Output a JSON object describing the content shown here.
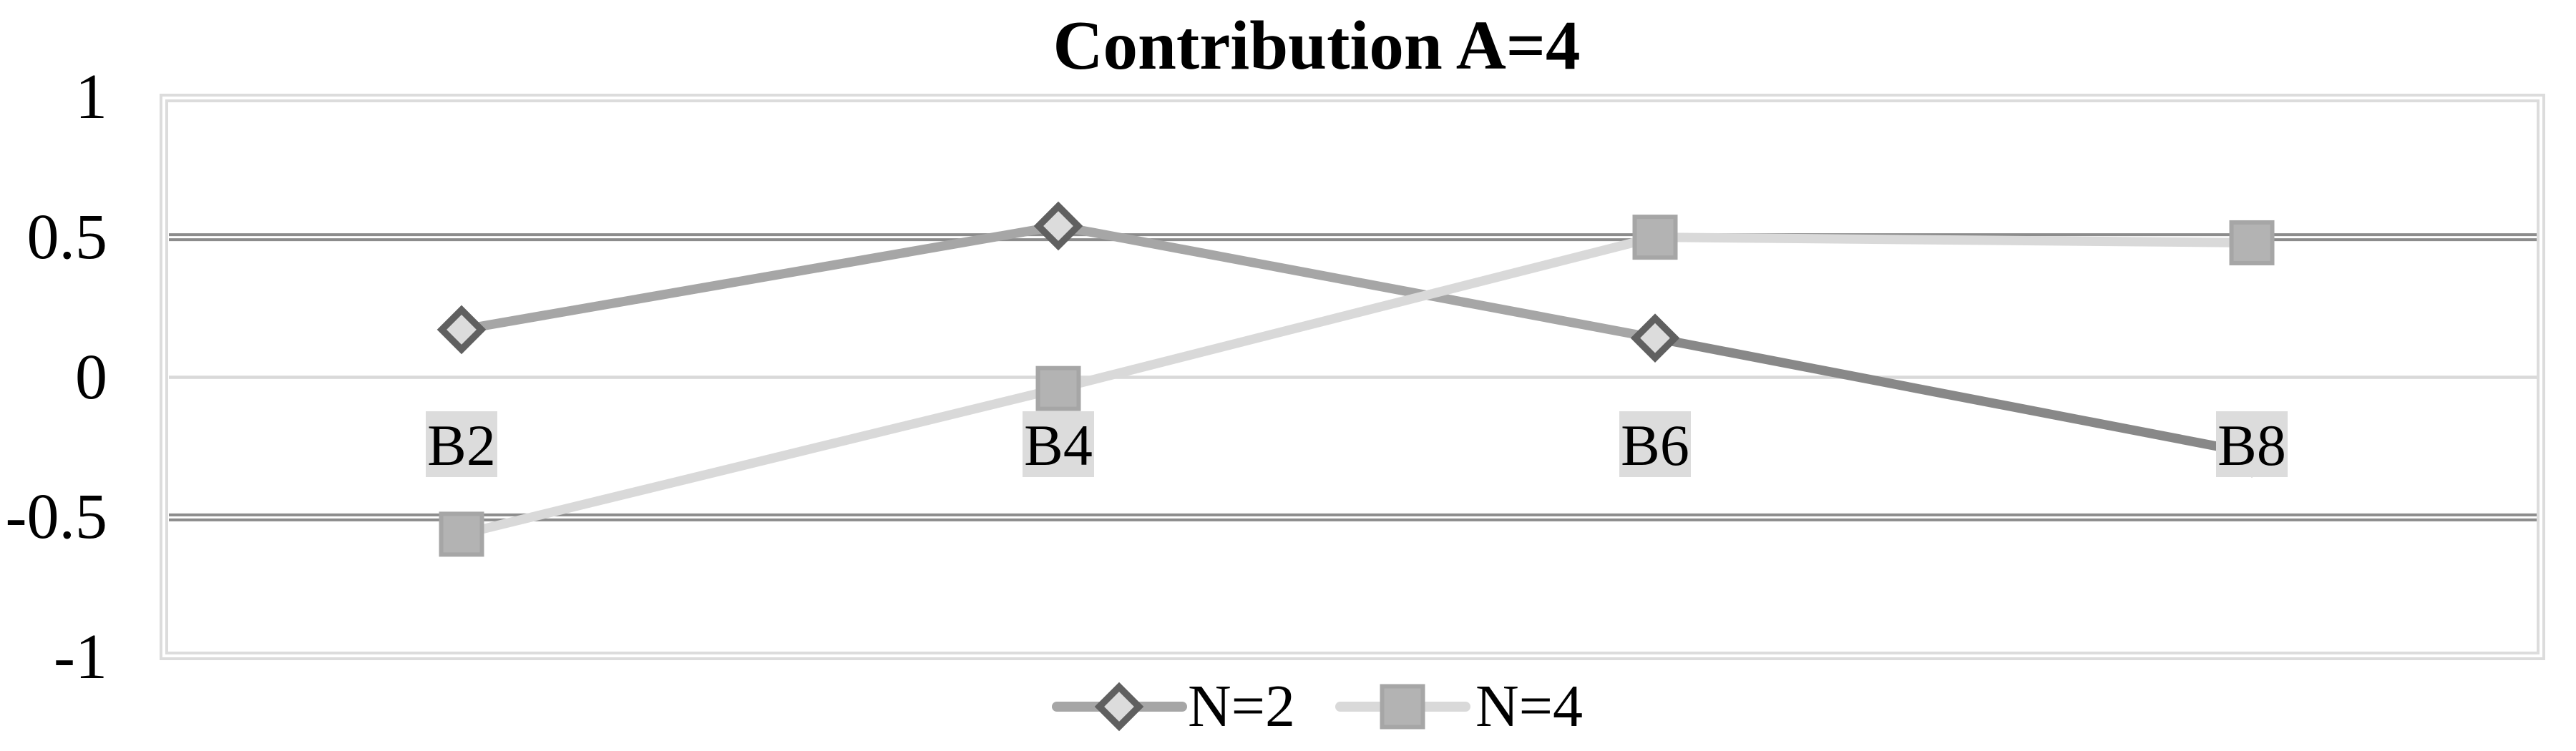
{
  "title": "Contribution A=4",
  "chart_data": {
    "type": "line",
    "title": "Contribution A=4",
    "categories": [
      "B2",
      "B4",
      "B6",
      "B8"
    ],
    "series": [
      {
        "name": "N=2",
        "values": [
          0.17,
          0.54,
          0.14,
          -0.27
        ],
        "marker": "diamond",
        "line_color": "#a6a6a6",
        "segment_colors": [
          "#a6a6a6",
          "#a6a6a6",
          "#888888"
        ],
        "marker_fill": "#dcdcdc",
        "marker_stroke": "#606060"
      },
      {
        "name": "N=4",
        "values": [
          -0.56,
          -0.04,
          0.5,
          0.48
        ],
        "marker": "square",
        "line_color": "#d9d9d9",
        "segment_colors": [
          "#d9d9d9",
          "#d9d9d9",
          "#d9d9d9"
        ],
        "marker_fill": "#b3b3b3",
        "marker_stroke": "#a6a6a6"
      }
    ],
    "xlabel": "",
    "ylabel": "",
    "ylim": [
      -1,
      1
    ],
    "yticks": [
      1,
      0.5,
      0,
      -0.5,
      -1
    ],
    "ytick_labels": [
      "1",
      "0.5",
      "0",
      "-0.5",
      "-1"
    ],
    "grid": "horizontal major gridlines; double dark lines at 0.5 and -0.5, single light line at 0",
    "legend_position": "bottom center",
    "category_labels_inside_plot": true
  },
  "colors": {
    "background": "#ffffff",
    "plot_border": "#dcdcdc",
    "major_gridline": "#8c8c8c",
    "zero_gridline": "#d9d9d9",
    "category_label_bg": "#dcdcdc",
    "text": "#000000"
  }
}
